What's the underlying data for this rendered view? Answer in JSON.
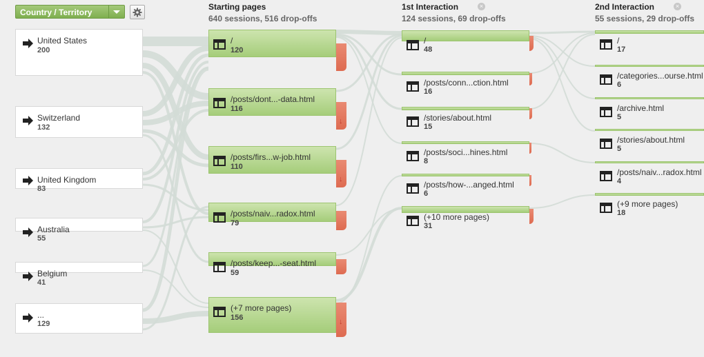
{
  "controls": {
    "dimension_label": "Country / Territory"
  },
  "columns": [
    {
      "title": "Starting pages",
      "summary": "640 sessions, 516 drop-offs"
    },
    {
      "title": "1st Interaction",
      "summary": "124 sessions, 69 drop-offs"
    },
    {
      "title": "2nd Interaction",
      "summary": "55 sessions, 29 drop-offs"
    }
  ],
  "countries": [
    {
      "name": "United States",
      "count": "200"
    },
    {
      "name": "Switzerland",
      "count": "132"
    },
    {
      "name": "United Kingdom",
      "count": "83"
    },
    {
      "name": "Australia",
      "count": "55"
    },
    {
      "name": "Belgium",
      "count": "41"
    },
    {
      "name": "...",
      "count": "129"
    }
  ],
  "starting_pages": [
    {
      "path": "/",
      "count": "120"
    },
    {
      "path": "/posts/dont...-data.html",
      "count": "116"
    },
    {
      "path": "/posts/firs...w-job.html",
      "count": "110"
    },
    {
      "path": "/posts/naiv...radox.html",
      "count": "79"
    },
    {
      "path": "/posts/keep...-seat.html",
      "count": "59"
    },
    {
      "path": "(+7 more pages)",
      "count": "156"
    }
  ],
  "first_interaction": [
    {
      "path": "/",
      "count": "48"
    },
    {
      "path": "/posts/conn...ction.html",
      "count": "16"
    },
    {
      "path": "/stories/about.html",
      "count": "15"
    },
    {
      "path": "/posts/soci...hines.html",
      "count": "8"
    },
    {
      "path": "/posts/how-...anged.html",
      "count": "6"
    },
    {
      "path": "(+10 more pages)",
      "count": "31"
    }
  ],
  "second_interaction": [
    {
      "path": "/",
      "count": "17"
    },
    {
      "path": "/categories...ourse.html",
      "count": "6"
    },
    {
      "path": "/archive.html",
      "count": "5"
    },
    {
      "path": "/stories/about.html",
      "count": "5"
    },
    {
      "path": "/posts/naiv...radox.html",
      "count": "4"
    },
    {
      "path": "(+9 more pages)",
      "count": "18"
    }
  ],
  "icons": {
    "country": "arrow-right-icon",
    "page": "page-layout-icon",
    "settings": "gear-icon",
    "close": "close-circle-icon",
    "dropoff": "down-arrow-icon"
  },
  "colors": {
    "node_green": "#a5cd7a",
    "dropoff_red": "#de6b51",
    "flow_gray": "#d3dbd6"
  }
}
